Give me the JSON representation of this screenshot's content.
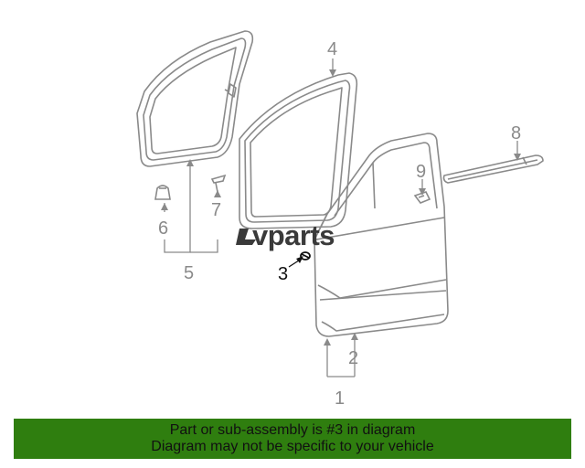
{
  "diagram": {
    "callouts": {
      "c1": "1",
      "c2": "2",
      "c3": "3",
      "c4": "4",
      "c5": "5",
      "c6": "6",
      "c7": "7",
      "c8": "8",
      "c9": "9"
    },
    "highlighted_part": "3",
    "watermark": "vparts",
    "colors": {
      "line": "#8a8a8a",
      "highlight": "#111111",
      "banner": "#2f7e0f"
    }
  },
  "banner": {
    "line1": "Part or sub-assembly is #3 in diagram",
    "line2": "Diagram may not be specific to your vehicle"
  }
}
